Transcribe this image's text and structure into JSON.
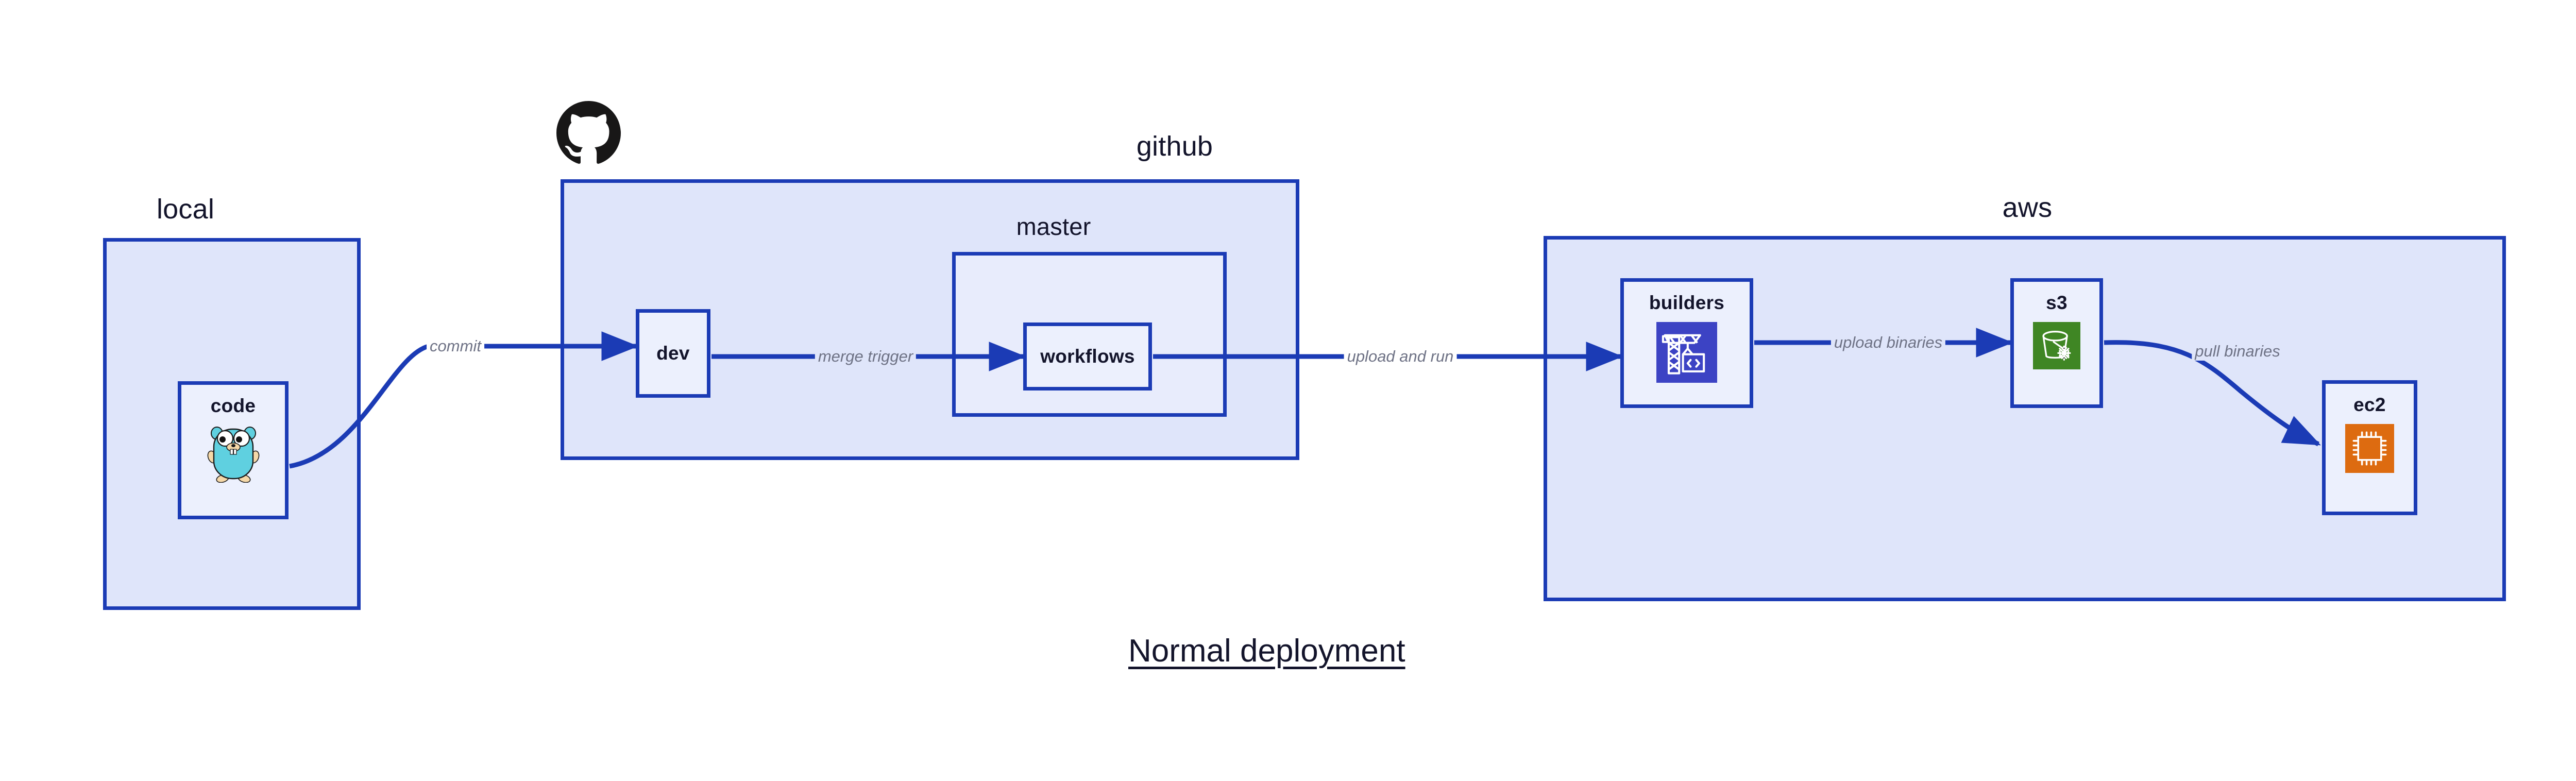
{
  "title": "Normal deployment",
  "colors": {
    "border": "#1b3bb5",
    "group_fill": "#dfe5fa",
    "inner_fill": "#e8ecfc",
    "node_fill": "#ecf0fd",
    "label_text": "#13142b",
    "edge_label_text": "#6e7285",
    "codebuild_icon": "#3c43c4",
    "s3_glacier_icon": "#3f8624",
    "ec2_icon": "#dd6b10",
    "gopher_body": "#5fd0e0",
    "github_mark": "#181717"
  },
  "groups": [
    {
      "id": "local",
      "label": "local"
    },
    {
      "id": "github",
      "label": "github"
    },
    {
      "id": "master",
      "label": "master"
    },
    {
      "id": "aws",
      "label": "aws"
    }
  ],
  "nodes": [
    {
      "id": "code",
      "label": "code",
      "icon": "go-gopher-icon",
      "group": "local"
    },
    {
      "id": "dev",
      "label": "dev",
      "icon": null,
      "group": "github"
    },
    {
      "id": "workflows",
      "label": "workflows",
      "icon": null,
      "group": "master"
    },
    {
      "id": "builders",
      "label": "builders",
      "icon": "aws-codebuild-icon",
      "group": "aws"
    },
    {
      "id": "s3",
      "label": "s3",
      "icon": "aws-s3-glacier-icon",
      "group": "aws"
    },
    {
      "id": "ec2",
      "label": "ec2",
      "icon": "aws-ec2-icon",
      "group": "aws"
    }
  ],
  "edges": [
    {
      "id": "code-dev",
      "from": "code",
      "to": "dev",
      "label": "commit"
    },
    {
      "id": "dev-workflows",
      "from": "dev",
      "to": "workflows",
      "label": "merge trigger"
    },
    {
      "id": "workflows-build",
      "from": "workflows",
      "to": "builders",
      "label": "upload and run"
    },
    {
      "id": "builders-s3",
      "from": "builders",
      "to": "s3",
      "label": "upload binaries"
    },
    {
      "id": "s3-ec2",
      "from": "s3",
      "to": "ec2",
      "label": "pull binaries"
    }
  ],
  "logos": [
    {
      "id": "github-mark",
      "name": "github-octocat-logo"
    }
  ]
}
